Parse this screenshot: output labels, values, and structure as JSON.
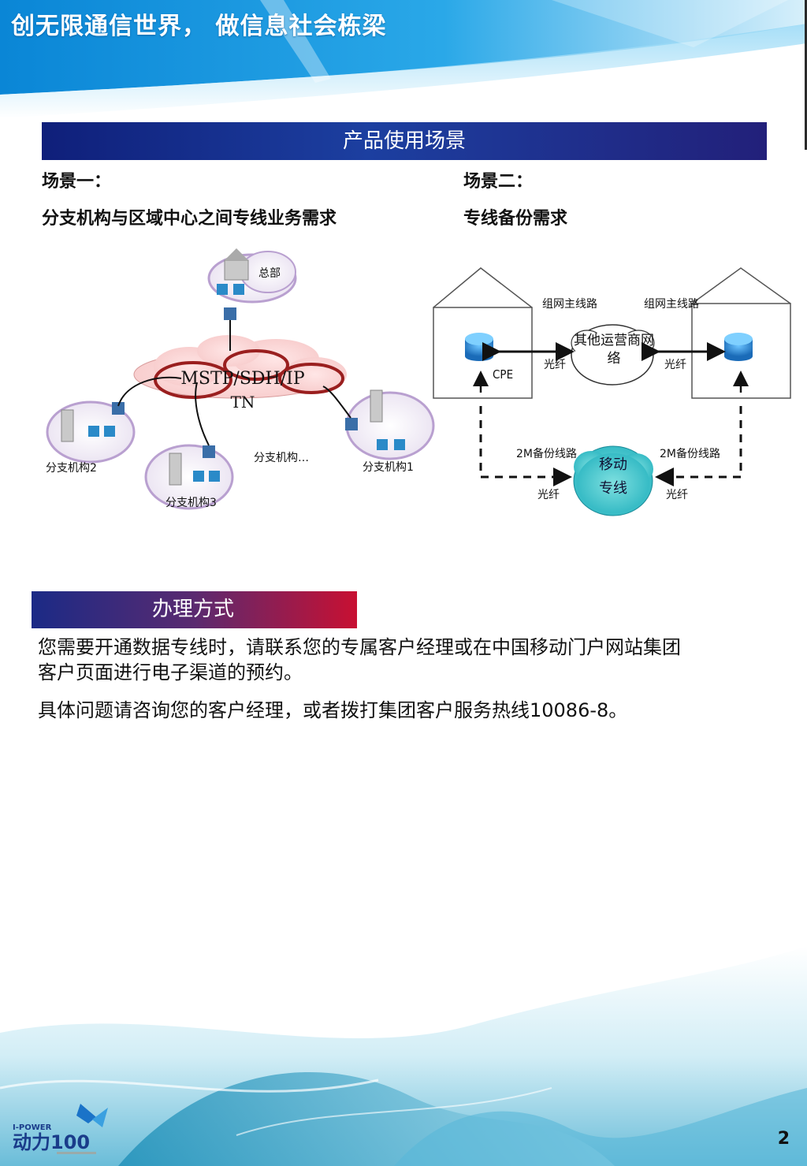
{
  "header": {
    "title": "创无限通信世界， 做信息社会栋梁"
  },
  "section1": {
    "title": "产品使用场景",
    "scene1": {
      "heading": "场景一：",
      "subtitle": "分支机构与区域中心之间专线业务需求",
      "diagram": {
        "hq_label": "总部",
        "network_label_line1": "MSTP/SDH/IP",
        "network_label_line2": "TN",
        "branch1": "分支机构1",
        "branch2": "分支机构2",
        "branch3": "分支机构3",
        "branch_more": "分支机构…"
      }
    },
    "scene2": {
      "heading": "场景二：",
      "subtitle": "专线备份需求",
      "diagram": {
        "main_line_left": "组网主线路",
        "main_line_right": "组网主线路",
        "other_carrier_line1": "其他运营商网",
        "other_carrier_line2": "络",
        "fiber_left_top": "光纤",
        "fiber_right_top": "光纤",
        "cpe_label": "CPE",
        "backup_left": "2M备份线路",
        "backup_right": "2M备份线路",
        "mobile_line1": "移动",
        "mobile_line2": "专线",
        "fiber_left_bottom": "光纤",
        "fiber_right_bottom": "光纤"
      }
    }
  },
  "section2": {
    "title": "办理方式",
    "paragraph1_line1": "您需要开通数据专线时，请联系您的专属客户经理或在中国移动门户网站集团",
    "paragraph1_line2": "客户页面进行电子渠道的预约。",
    "paragraph2": "具体问题请咨询您的客户经理，或者拨打集团客户服务热线10086-8。"
  },
  "footer": {
    "logo_top": "I-POWER",
    "logo_main": "动力100",
    "page_number": "2"
  },
  "colors": {
    "section1_bar": "#1c2f8f",
    "section2_bar_start": "#1b2a86",
    "section2_bar_end": "#c81032",
    "header_blue": "#1c8fd8"
  }
}
